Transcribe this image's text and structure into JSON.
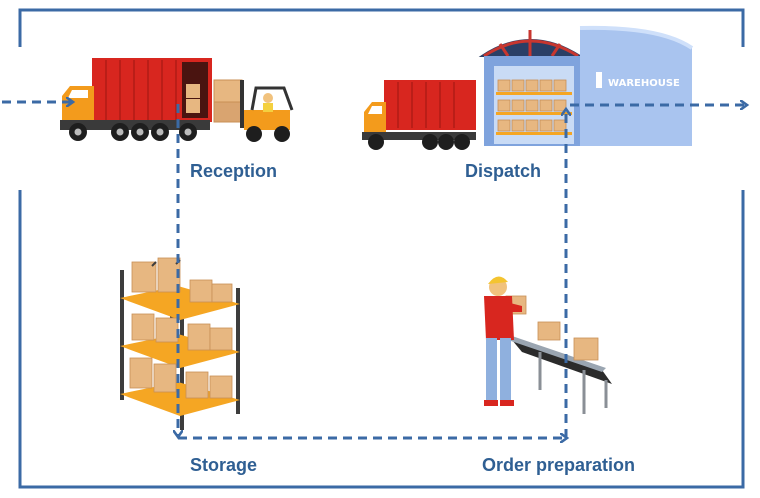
{
  "labels": {
    "reception": "Reception",
    "dispatch": "Dispatch",
    "storage": "Storage",
    "order_preparation": "Order preparation"
  },
  "warehouse_sign": "WAREHOUSE",
  "colors": {
    "frame": "#3b6aa5",
    "flow": "#3b6aa5",
    "label": "#2f5f93",
    "truck_cab": "#f39b1c",
    "truck_box": "#d8261f",
    "box": "#e7b781",
    "shelf": "#f5a623",
    "warehouse": "#a9c4ef"
  },
  "icons": [
    "reception-truck-icon",
    "forklift-icon",
    "dispatch-truck-icon",
    "warehouse-icon",
    "storage-rack-icon",
    "worker-conveyor-icon"
  ]
}
